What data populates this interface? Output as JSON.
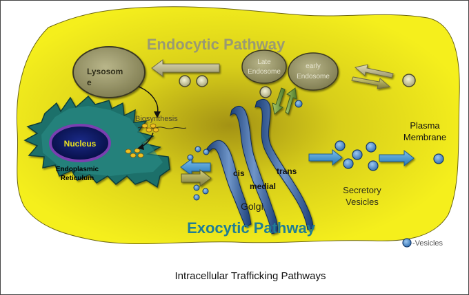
{
  "diagram": {
    "endocytic_title": "Endocytic Pathway",
    "exocytic_title": "Exocytic Pathway",
    "lysosome_line1": "Lysosom",
    "lysosome_line2": "e",
    "late_endosome_line1": "Late",
    "late_endosome_line2": "Endosome",
    "early_endosome_line1": "early",
    "early_endosome_line2": "Endosome",
    "biosynthesis": "Biosynthesis",
    "nucleus": "Nucleus",
    "er_line1": "Endoplasmic",
    "er_line2": "Reticulum",
    "cis": "cis",
    "trans": "trans",
    "medial": "medial",
    "golgi": "Golgi",
    "secretory_line1": "Secretory",
    "secretory_line2": "Vesicles",
    "plasma_line1": "Plasma",
    "plasma_line2": "Membrane",
    "legend_label": "-Vesicles",
    "caption": "Intracellular Trafficking Pathways"
  },
  "colors": {
    "cell_fill": "#f2ec1a",
    "cell_center": "#b8a818",
    "endocytic_text": "#9a9a72",
    "exocytic_text": "#1f7d95",
    "er_teal": "#1c6f6a",
    "nucleus_fill": "#0c1a66",
    "nucleus_ring": "#7a3fb0",
    "vesicle_blue": "#3f82c4",
    "organelle_tan": "#8d8a5e"
  }
}
